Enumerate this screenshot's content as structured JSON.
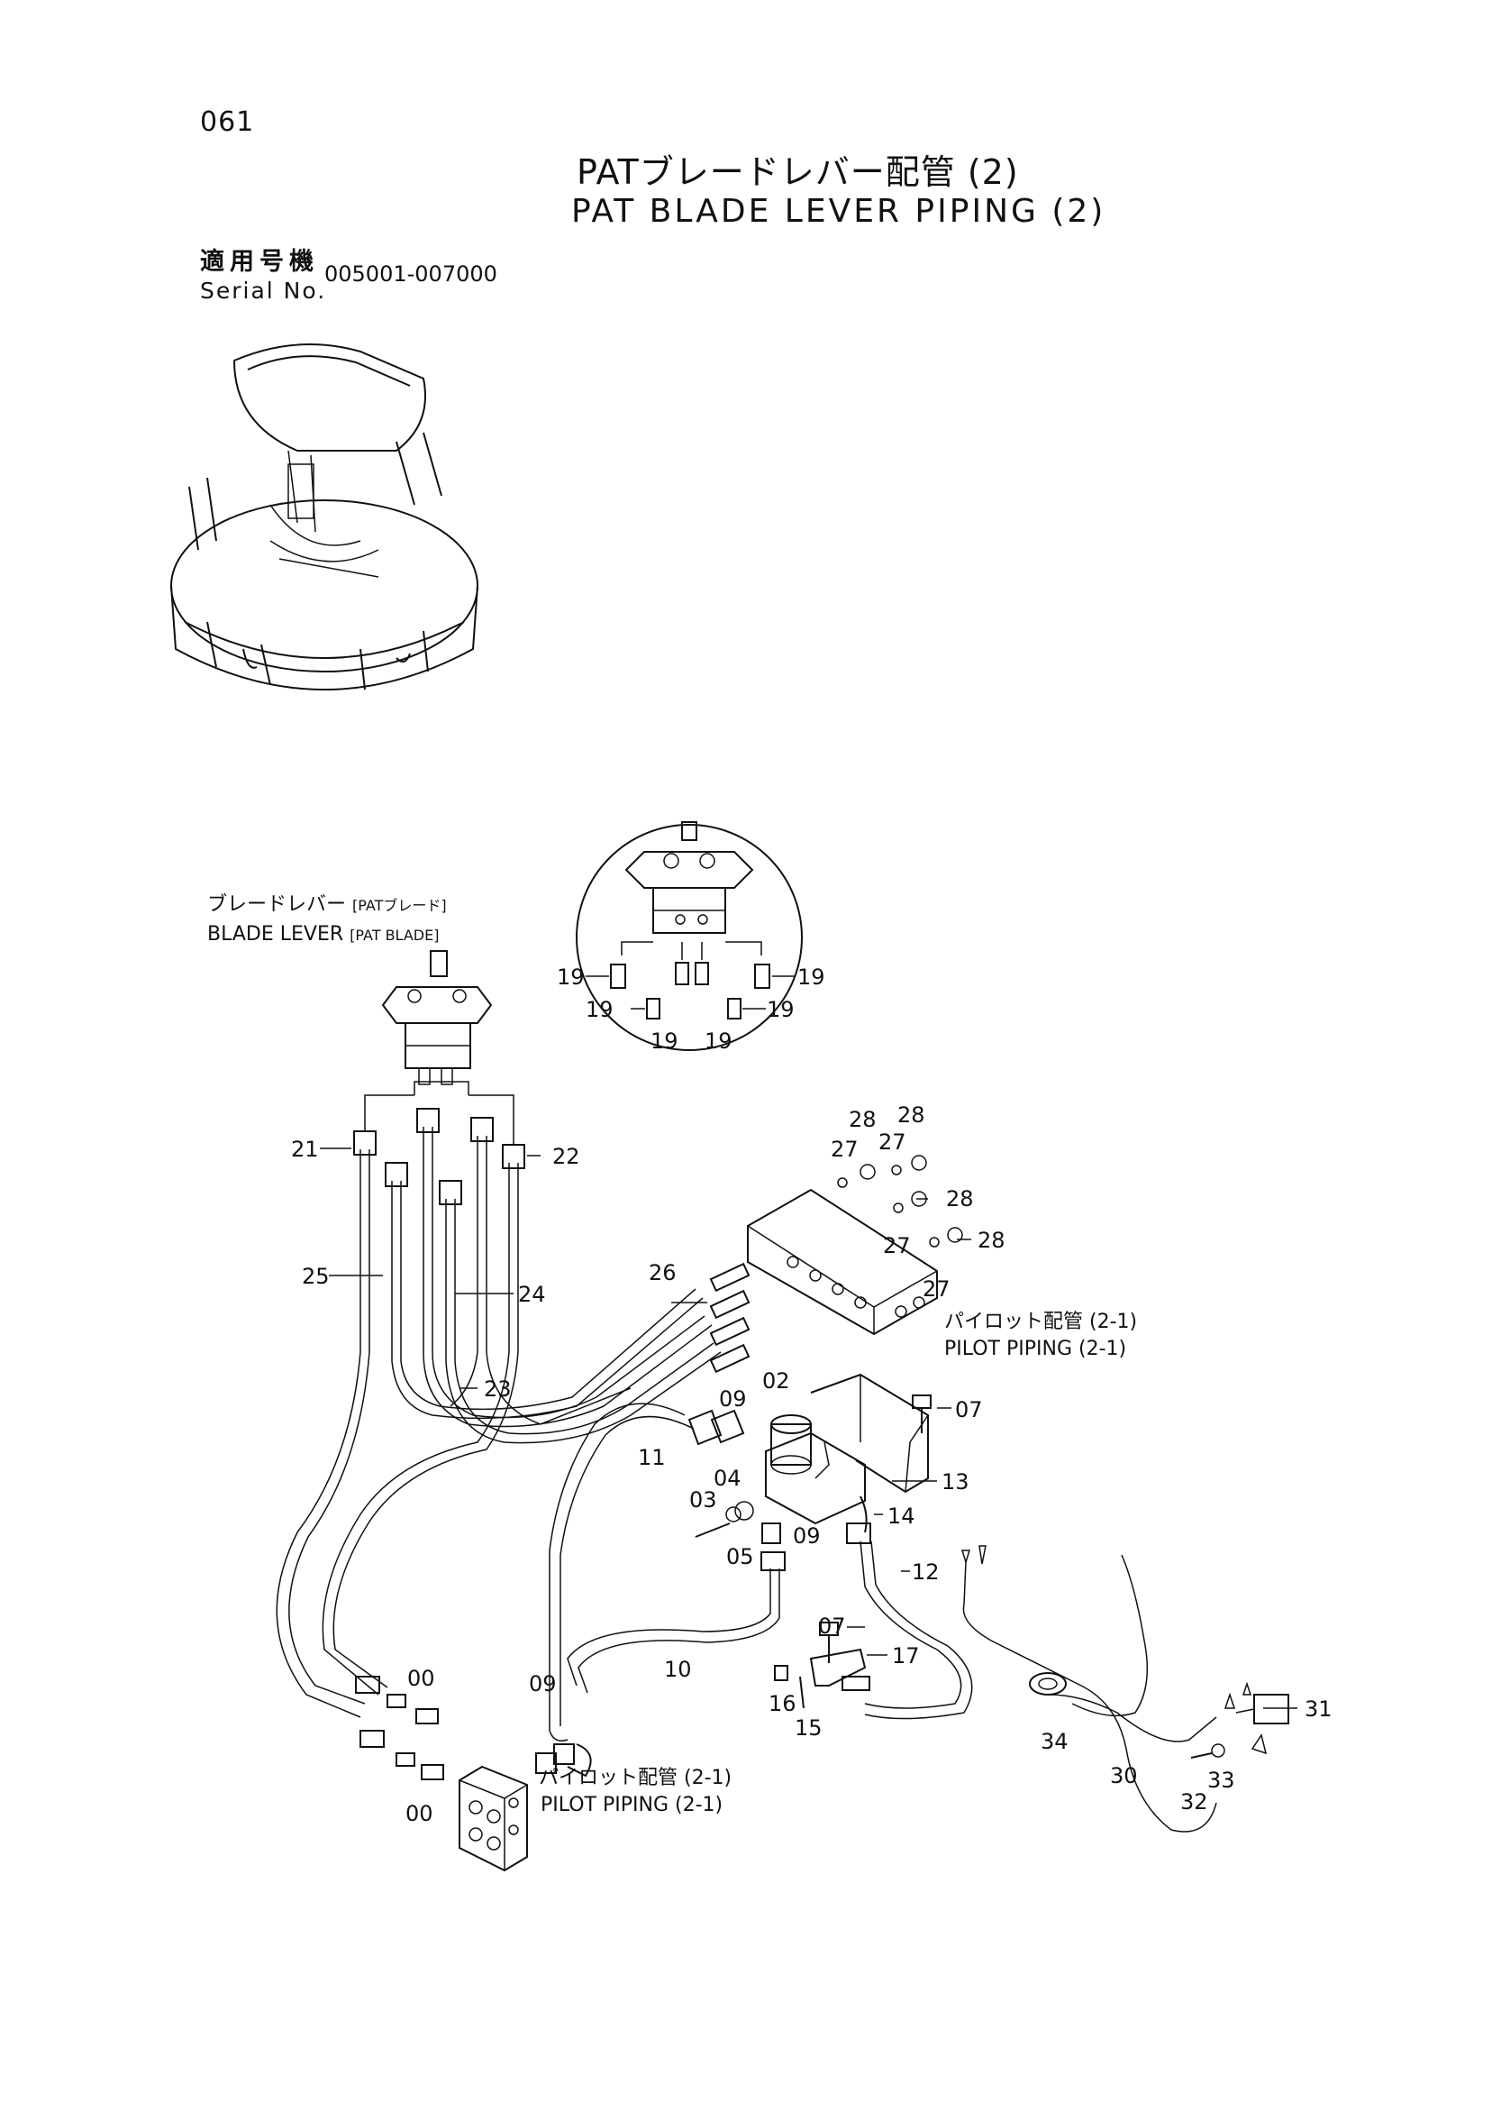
{
  "page_number": "061",
  "title_jp": "PATブレードレバー配管 (2)",
  "title_en": "PAT BLADE LEVER PIPING (2)",
  "serial_label_jp": "適用号機",
  "serial_label_en": "Serial No.",
  "serial_range": "005001-007000",
  "component": {
    "label_jp": "ブレードレバー",
    "label_jp_note": "[PATブレード]",
    "label_en": "BLADE LEVER",
    "label_en_note": "[PAT BLADE]"
  },
  "pilot_piping_upper": {
    "jp": "パイロット配管 (2-1)",
    "en": "PILOT PIPING (2-1)"
  },
  "pilot_piping_lower": {
    "jp": "パイロット配管 (2-1)",
    "en": "PILOT PIPING (2-1)"
  },
  "callouts": [
    {
      "id": "c19a",
      "text": "19"
    },
    {
      "id": "c19b",
      "text": "19"
    },
    {
      "id": "c19c",
      "text": "19"
    },
    {
      "id": "c19d",
      "text": "19"
    },
    {
      "id": "c19e",
      "text": "19"
    },
    {
      "id": "c19f",
      "text": "19"
    },
    {
      "id": "c21",
      "text": "21"
    },
    {
      "id": "c22",
      "text": "22"
    },
    {
      "id": "c25",
      "text": "25"
    },
    {
      "id": "c24",
      "text": "24"
    },
    {
      "id": "c23",
      "text": "23"
    },
    {
      "id": "c26",
      "text": "26"
    },
    {
      "id": "c28a",
      "text": "28"
    },
    {
      "id": "c28b",
      "text": "28"
    },
    {
      "id": "c28c",
      "text": "28"
    },
    {
      "id": "c28d",
      "text": "28"
    },
    {
      "id": "c27a",
      "text": "27"
    },
    {
      "id": "c27b",
      "text": "27"
    },
    {
      "id": "c27c",
      "text": "27"
    },
    {
      "id": "c27d",
      "text": "27"
    },
    {
      "id": "c09a",
      "text": "09"
    },
    {
      "id": "c02",
      "text": "02"
    },
    {
      "id": "c07a",
      "text": "07"
    },
    {
      "id": "c11",
      "text": "11"
    },
    {
      "id": "c04",
      "text": "04"
    },
    {
      "id": "c03",
      "text": "03"
    },
    {
      "id": "c05",
      "text": "05"
    },
    {
      "id": "c09b",
      "text": "09"
    },
    {
      "id": "c14",
      "text": "14"
    },
    {
      "id": "c13",
      "text": "13"
    },
    {
      "id": "c12",
      "text": "12"
    },
    {
      "id": "c07b",
      "text": "07"
    },
    {
      "id": "c17",
      "text": "17"
    },
    {
      "id": "c10",
      "text": "10"
    },
    {
      "id": "c16",
      "text": "16"
    },
    {
      "id": "c15",
      "text": "15"
    },
    {
      "id": "c00a",
      "text": "00"
    },
    {
      "id": "c09c",
      "text": "09"
    },
    {
      "id": "c00b",
      "text": "00"
    },
    {
      "id": "c31",
      "text": "31"
    },
    {
      "id": "c34",
      "text": "34"
    },
    {
      "id": "c30",
      "text": "30"
    },
    {
      "id": "c33",
      "text": "33"
    },
    {
      "id": "c32",
      "text": "32"
    }
  ]
}
